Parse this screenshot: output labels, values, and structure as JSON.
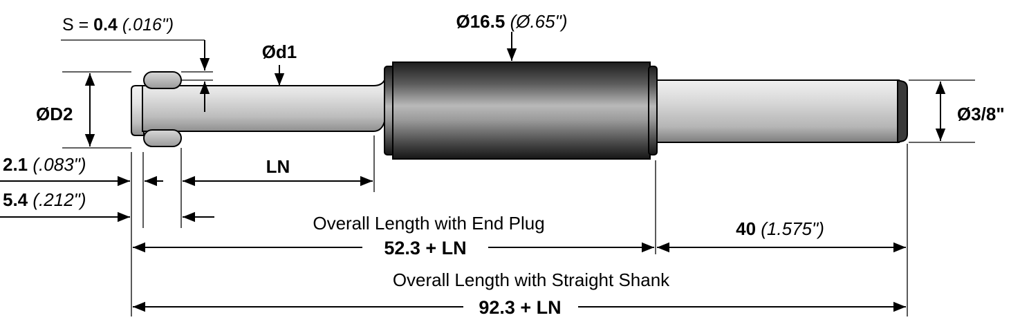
{
  "stroke_label": {
    "prefix": "S = ",
    "value": "0.4",
    "imperial": "(.016\")"
  },
  "body_diameter": {
    "value": "Ø16.5",
    "imperial": "(Ø.65\")"
  },
  "rod_diameter": {
    "label": "Ød1"
  },
  "piston_diameter": {
    "label": "ØD2"
  },
  "shank_diameter": {
    "label": "Ø3/8\""
  },
  "gap_small": {
    "value": "2.1",
    "imperial": "(.083\")"
  },
  "gap_large": {
    "value": "5.4",
    "imperial": "(.212\")"
  },
  "ln_label": "LN",
  "shank_length": {
    "value": "40",
    "imperial": "(1.575\")"
  },
  "overall_end_plug": {
    "title": "Overall Length with End Plug",
    "value": "52.3 + LN"
  },
  "overall_straight_shank": {
    "title": "Overall Length with Straight Shank",
    "value": "92.3 + LN"
  },
  "colors": {
    "ink": "#000000",
    "metal_light": "#ececec",
    "metal_mid": "#a8a8a8",
    "metal_dark": "#2a2a2a",
    "cap_gray": "#bfbfbf"
  }
}
